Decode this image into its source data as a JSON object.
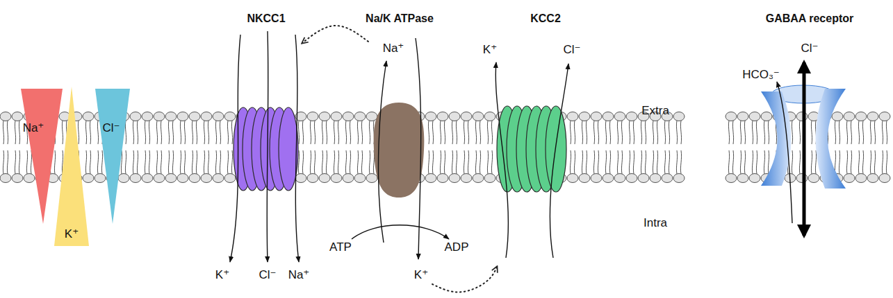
{
  "diagram": {
    "nodes": [
      {
        "text": [
          "Na⁺"
        ]
      },
      {
        "text": [
          "K⁺"
        ]
      },
      {
        "text": [
          "Cl⁻"
        ]
      },
      {
        "text": [
          "NKCC1"
        ]
      },
      {
        "text": [
          "Na/K ATPase"
        ]
      },
      {
        "text": [
          "KCC2"
        ]
      },
      {
        "text": [
          "GABAA receptor"
        ]
      }
    ],
    "edges": [
      {
        "from": 4,
        "to": 3,
        "arrow": "to"
      },
      {
        "from": 4,
        "to": 5,
        "arrow": "to"
      }
    ],
    "labels": [
      "K⁺",
      "Cl⁻",
      "Na⁺",
      "Na⁺",
      "ATP",
      "ADP",
      "K⁺",
      "K⁺",
      "Cl⁻",
      "Extra",
      "Intra",
      "HCO₃⁻",
      "Cl⁻"
    ]
  }
}
